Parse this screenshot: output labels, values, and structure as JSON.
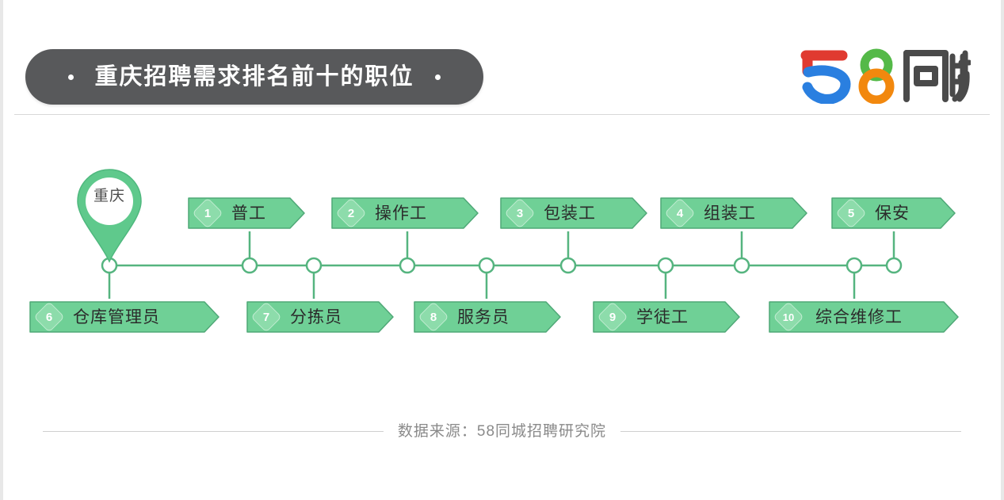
{
  "header": {
    "title": "重庆招聘需求排名前十的职位",
    "logo": {
      "name": "58tongcheng-logo",
      "digit_five": "5",
      "digit_eight": "8",
      "wordmark": "同城",
      "colors": {
        "five_top": "#E03A30",
        "five_bottom": "#2A7FE0",
        "eight_top": "#54B948",
        "eight_bottom": "#F2880E",
        "wordmark": "#4A4A4A"
      }
    },
    "pill_color": "#58595B",
    "pill_text_color": "#FFFFFF"
  },
  "map_pin": {
    "label": "重庆",
    "color": "#5FC98C"
  },
  "theme": {
    "chevron_fill": "#6FD096",
    "chevron_stroke": "#4FA877",
    "badge_fill": "#8DDCAB",
    "line_color": "#55B47F",
    "node_fill": "#FFFFFF",
    "text_color": "#2B2B2B"
  },
  "chart_data": {
    "type": "ranking-list",
    "title": "重庆招聘需求排名前十的职位",
    "source": "数据来源：58同城招聘研究院",
    "city": "重庆",
    "items": [
      {
        "rank": "1",
        "label": "普工",
        "row": "top"
      },
      {
        "rank": "2",
        "label": "操作工",
        "row": "top"
      },
      {
        "rank": "3",
        "label": "包装工",
        "row": "top"
      },
      {
        "rank": "4",
        "label": "组装工",
        "row": "top"
      },
      {
        "rank": "5",
        "label": "保安",
        "row": "top"
      },
      {
        "rank": "6",
        "label": "仓库管理员",
        "row": "bottom"
      },
      {
        "rank": "7",
        "label": "分拣员",
        "row": "bottom"
      },
      {
        "rank": "8",
        "label": "服务员",
        "row": "bottom"
      },
      {
        "rank": "9",
        "label": "学徒工",
        "row": "bottom"
      },
      {
        "rank": "10",
        "label": "综合维修工",
        "row": "bottom"
      }
    ]
  },
  "footer": {
    "source": "数据来源：58同城招聘研究院"
  }
}
